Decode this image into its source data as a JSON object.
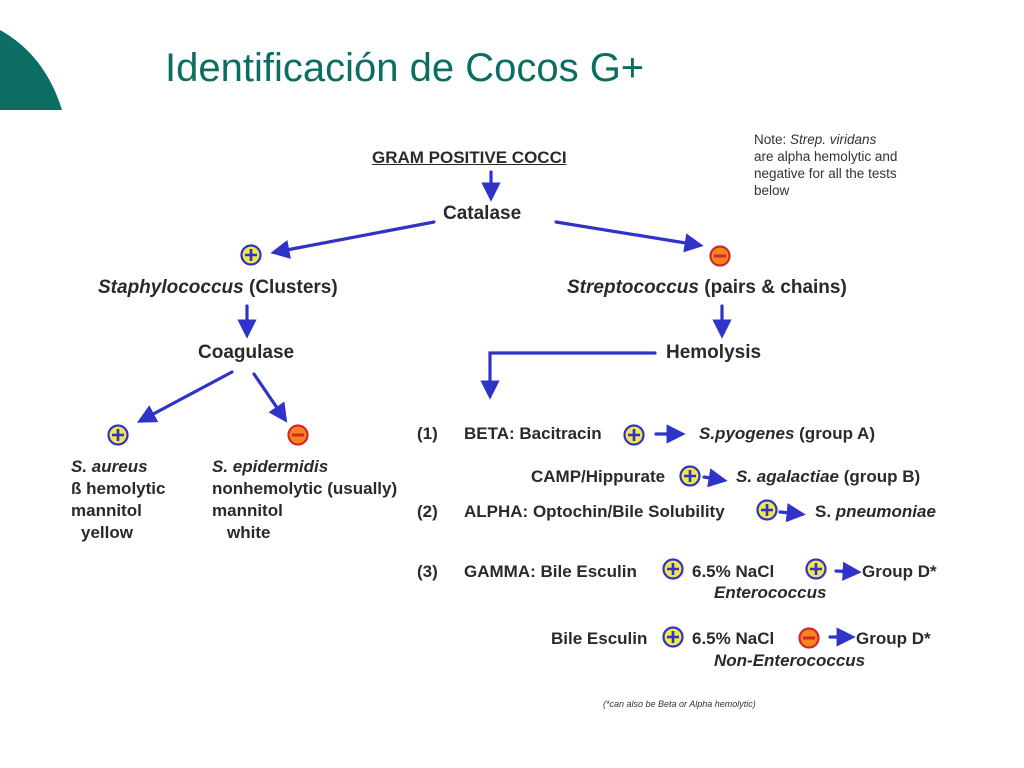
{
  "slide": {
    "title": "Identificación de Cocos G+",
    "accent_color": "#0c6e62"
  },
  "diagram": {
    "root": "GRAM POSITIVE COCCI",
    "catalase": "Catalase",
    "note": {
      "prefix": "Note: ",
      "italic": "Strep. viridans",
      "line2": "are alpha hemolytic and",
      "line3": "negative for all the tests",
      "line4": "below"
    },
    "staph": {
      "name": "Staphylococcus",
      "desc": " (Clusters)"
    },
    "strep": {
      "name": "Streptococcus",
      "desc": " (pairs & chains)"
    },
    "coagulase": "Coagulase",
    "hemolysis": "Hemolysis",
    "s_aureus": {
      "name": "S. aureus",
      "line2": "ß hemolytic",
      "line3": "mannitol",
      "line4": "yellow"
    },
    "s_epidermidis": {
      "name": "S. epidermidis",
      "line2": "nonhemolytic (usually)",
      "line3": "mannitol",
      "line4": "white"
    },
    "beta": {
      "num": "(1)",
      "label": "BETA:  Bacitracin",
      "result_italic": "S.pyogenes",
      "result_rest": " (group A)",
      "camp_label": "CAMP/Hippurate",
      "camp_result_italic": "S. agalactiae",
      "camp_result_rest": " (group B)"
    },
    "alpha": {
      "num": "(2)",
      "label": "ALPHA:  Optochin/Bile Solubility",
      "result_plain": "S. ",
      "result_italic": "pneumoniae"
    },
    "gamma": {
      "num": "(3)",
      "label": "GAMMA:  Bile Esculin",
      "nacl": "6.5% NaCl",
      "group": "Group D*",
      "sub": "Enterococcus"
    },
    "non_entero": {
      "label": "Bile Esculin",
      "nacl": "6.5% NaCl",
      "group": "Group D*",
      "sub": "Non-Enterococcus"
    },
    "footnote": "(*can also be Beta or Alpha hemolytic)",
    "colors": {
      "arrow": "#2f33c8",
      "positive_fill": "#f1e64a",
      "positive_ring": "#2f33c8",
      "negative_fill": "#f5861f",
      "negative_ring": "#d6252a"
    }
  }
}
